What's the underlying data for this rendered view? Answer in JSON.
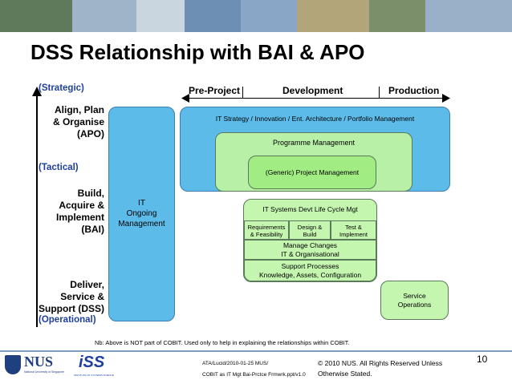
{
  "slide": {
    "title": "DSS Relationship with BAI & APO",
    "page_number": "10"
  },
  "left_axis": {
    "strategic": "(Strategic)",
    "apo": [
      "Align, Plan",
      "& Organise",
      "(APO)"
    ],
    "tactical": "(Tactical)",
    "bai": [
      "Build,",
      "Acquire &",
      "Implement",
      "(BAI)"
    ],
    "dss": [
      "Deliver,",
      "Service &",
      "Support (DSS)"
    ],
    "operational": "(Operational)"
  },
  "phases": {
    "pre_project": "Pre-Project",
    "development": "Development",
    "production": "Production"
  },
  "boxes": {
    "it_ongoing": [
      "IT",
      "Ongoing",
      "Management"
    ],
    "it_strategy": "IT Strategy / Innovation / Ent. Architecture / Portfolio Management",
    "programme": "Programme Management",
    "project": "(Generic) Project Management",
    "sdlc": "IT Systems Devt Life Cycle Mgt",
    "requirements": [
      "Requirements",
      "& Feasibility"
    ],
    "design": [
      "Design &",
      "Build"
    ],
    "test": [
      "Test &",
      "Implement"
    ],
    "manage_changes": [
      "Manage Changes",
      "IT & Organisational"
    ],
    "support": [
      "Support Processes",
      "Knowledge, Assets, Configuration"
    ],
    "service_ops": [
      "Service",
      "Operations"
    ]
  },
  "note": "Nb: Above is NOT part of COBIT.  Used only to help in explaining the relationships within COBIT.",
  "footer": {
    "nus_logo": "NUS",
    "nus_sub": "National University of Singapore",
    "iss_logo": "iSS",
    "iss_sub": "INSTITUTE OF SYSTEMS SCIENCE",
    "ref1": "ATA/Lucid/2010-01-25 MUS/",
    "ref2": "COBIT as IT Mgt Bai-Prctce Frmwrk.ppt/v1.0",
    "copyright1": "© 2010 NUS. All Rights Reserved Unless",
    "copyright2": "Otherwise Stated."
  },
  "colors": {
    "blue_box": "#5cbbe9",
    "green_box": "#a2ec84",
    "label_blue": "#1f3f9f"
  }
}
